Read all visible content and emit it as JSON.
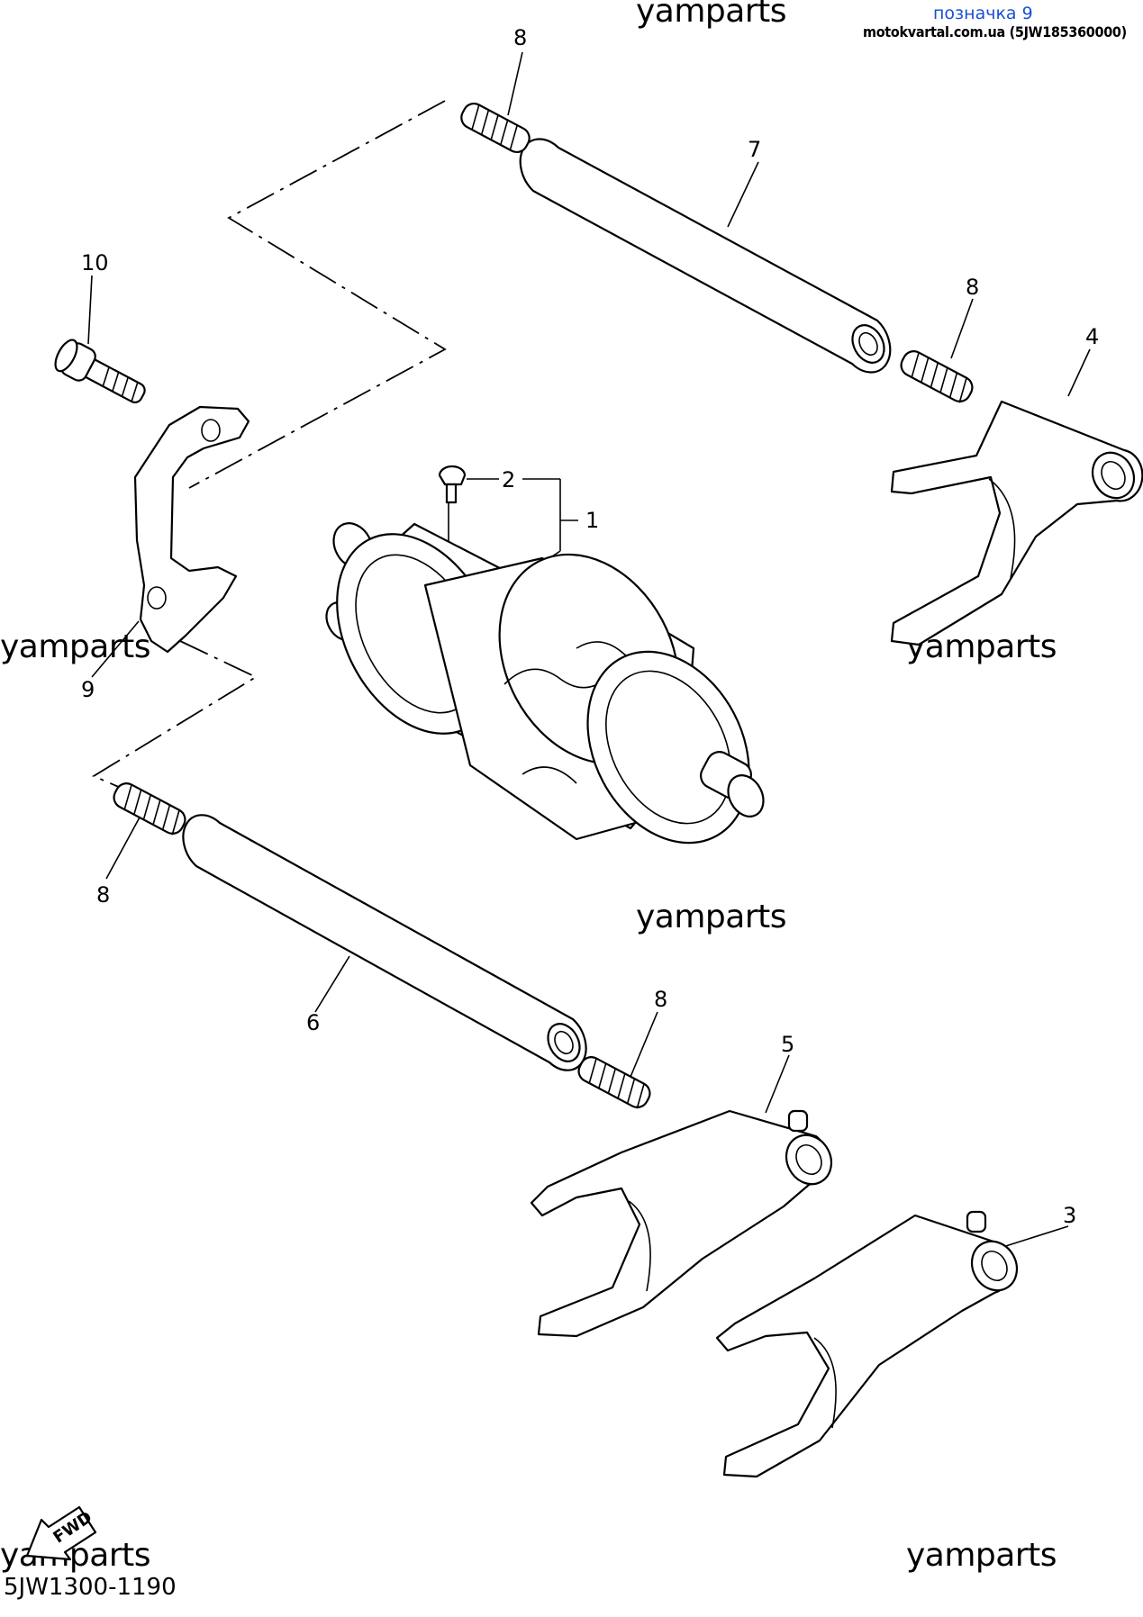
{
  "header": {
    "label_badge": "позначка 9",
    "site_line": "motokvartal.com.ua (5JW185360000)"
  },
  "watermark": "yamparts",
  "diagram_code": "5JW1300-1190",
  "fwd_label": "FWD",
  "callouts": {
    "c1": "1",
    "c2": "2",
    "c3": "3",
    "c4": "4",
    "c5": "5",
    "c6": "6",
    "c7": "7",
    "c8a": "8",
    "c8b": "8",
    "c8c": "8",
    "c8d": "8",
    "c9": "9",
    "c10": "10"
  },
  "parts": [
    {
      "ref": "1",
      "name": "shift-drum-assembly"
    },
    {
      "ref": "2",
      "name": "pin"
    },
    {
      "ref": "3",
      "name": "shift-fork"
    },
    {
      "ref": "4",
      "name": "shift-fork"
    },
    {
      "ref": "5",
      "name": "shift-fork"
    },
    {
      "ref": "6",
      "name": "guide-bar"
    },
    {
      "ref": "7",
      "name": "guide-bar"
    },
    {
      "ref": "8",
      "name": "spring"
    },
    {
      "ref": "9",
      "name": "stopper-plate"
    },
    {
      "ref": "10",
      "name": "screw"
    }
  ]
}
